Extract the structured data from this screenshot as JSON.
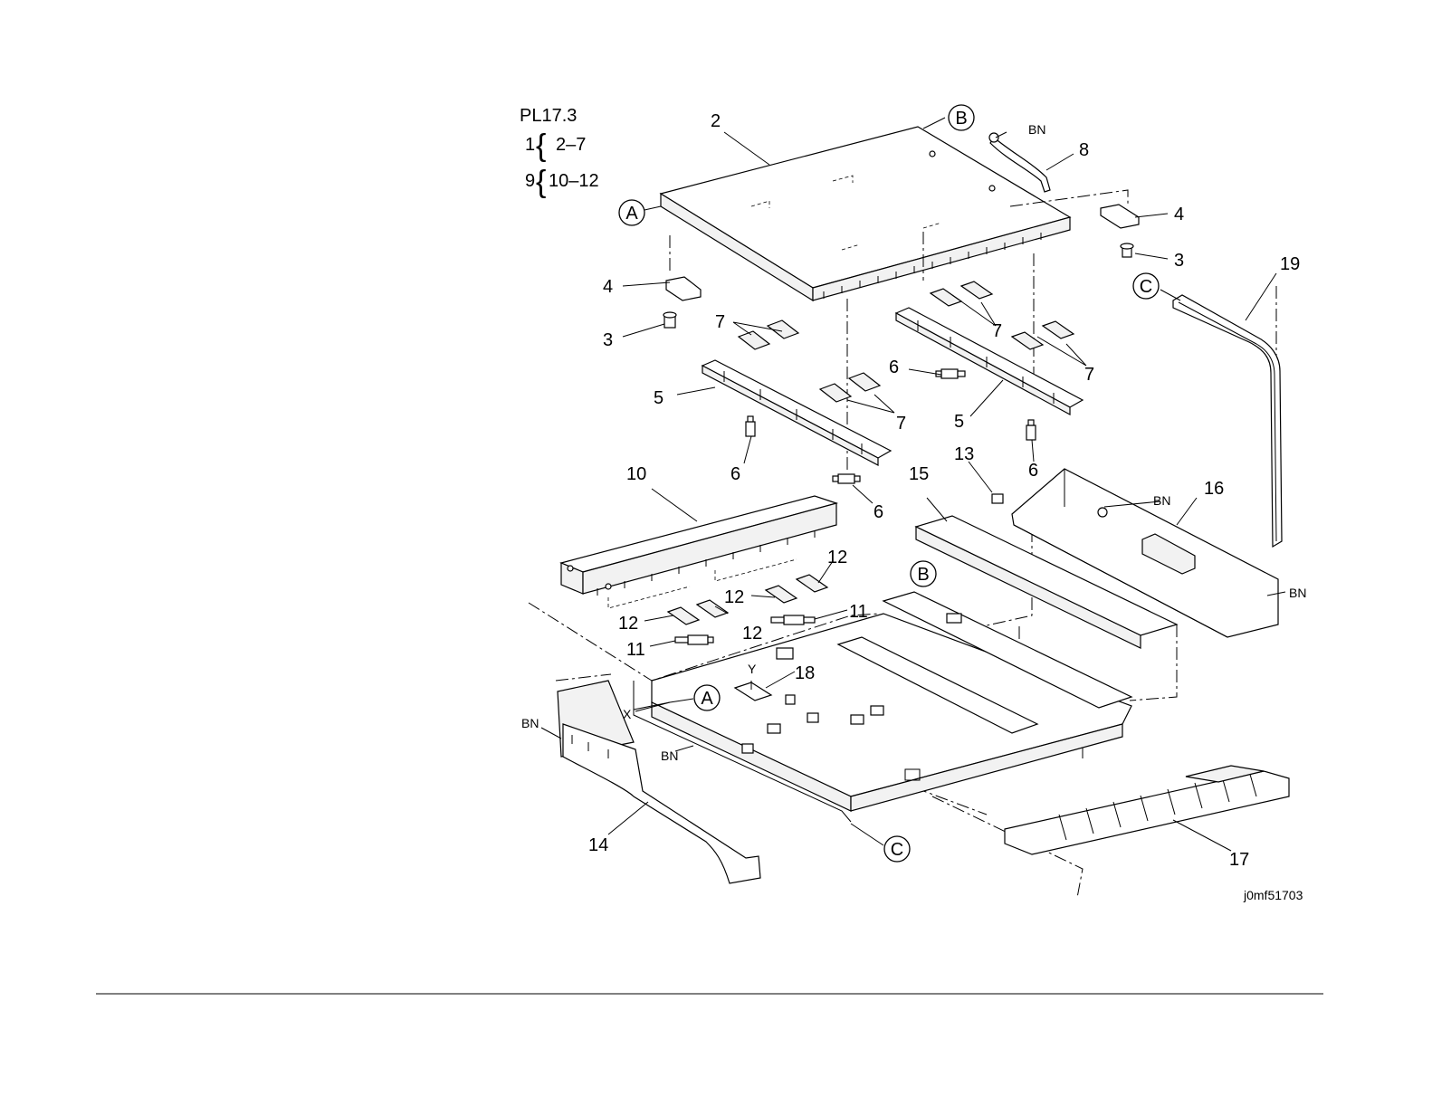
{
  "header": {
    "plate": "PL17.3",
    "group1_parent": "1",
    "group1_range": "2–7",
    "group2_parent": "9",
    "group2_range": "10–12"
  },
  "callouts": [
    {
      "id": "c2",
      "text": "2"
    },
    {
      "id": "c8",
      "text": "8"
    },
    {
      "id": "c4a",
      "text": "4"
    },
    {
      "id": "c3a",
      "text": "3"
    },
    {
      "id": "c19",
      "text": "19"
    },
    {
      "id": "c4b",
      "text": "4"
    },
    {
      "id": "c3b",
      "text": "3"
    },
    {
      "id": "c7a",
      "text": "7"
    },
    {
      "id": "c7b",
      "text": "7"
    },
    {
      "id": "c7c",
      "text": "7"
    },
    {
      "id": "c7d",
      "text": "7"
    },
    {
      "id": "c6a",
      "text": "6"
    },
    {
      "id": "c5a",
      "text": "5"
    },
    {
      "id": "c5b",
      "text": "5"
    },
    {
      "id": "c6b",
      "text": "6"
    },
    {
      "id": "c6c",
      "text": "6"
    },
    {
      "id": "c6d",
      "text": "6"
    },
    {
      "id": "c10",
      "text": "10"
    },
    {
      "id": "c13",
      "text": "13"
    },
    {
      "id": "c15",
      "text": "15"
    },
    {
      "id": "c16",
      "text": "16"
    },
    {
      "id": "c12a",
      "text": "12"
    },
    {
      "id": "c12b",
      "text": "12"
    },
    {
      "id": "c12c",
      "text": "12"
    },
    {
      "id": "c12d",
      "text": "12"
    },
    {
      "id": "c11a",
      "text": "11"
    },
    {
      "id": "c11b",
      "text": "11"
    },
    {
      "id": "c18",
      "text": "18"
    },
    {
      "id": "c14",
      "text": "14"
    },
    {
      "id": "c17",
      "text": "17"
    }
  ],
  "refs": [
    {
      "id": "refB1",
      "text": "B"
    },
    {
      "id": "refA1",
      "text": "A"
    },
    {
      "id": "refC1",
      "text": "C"
    },
    {
      "id": "refB2",
      "text": "B"
    },
    {
      "id": "refA2",
      "text": "A"
    },
    {
      "id": "refC2",
      "text": "C"
    }
  ],
  "bn_labels": [
    "BN",
    "BN",
    "BN",
    "BN",
    "BN"
  ],
  "axis_labels": {
    "x": "X",
    "y": "Y"
  },
  "figure_id": "j0mf51703"
}
